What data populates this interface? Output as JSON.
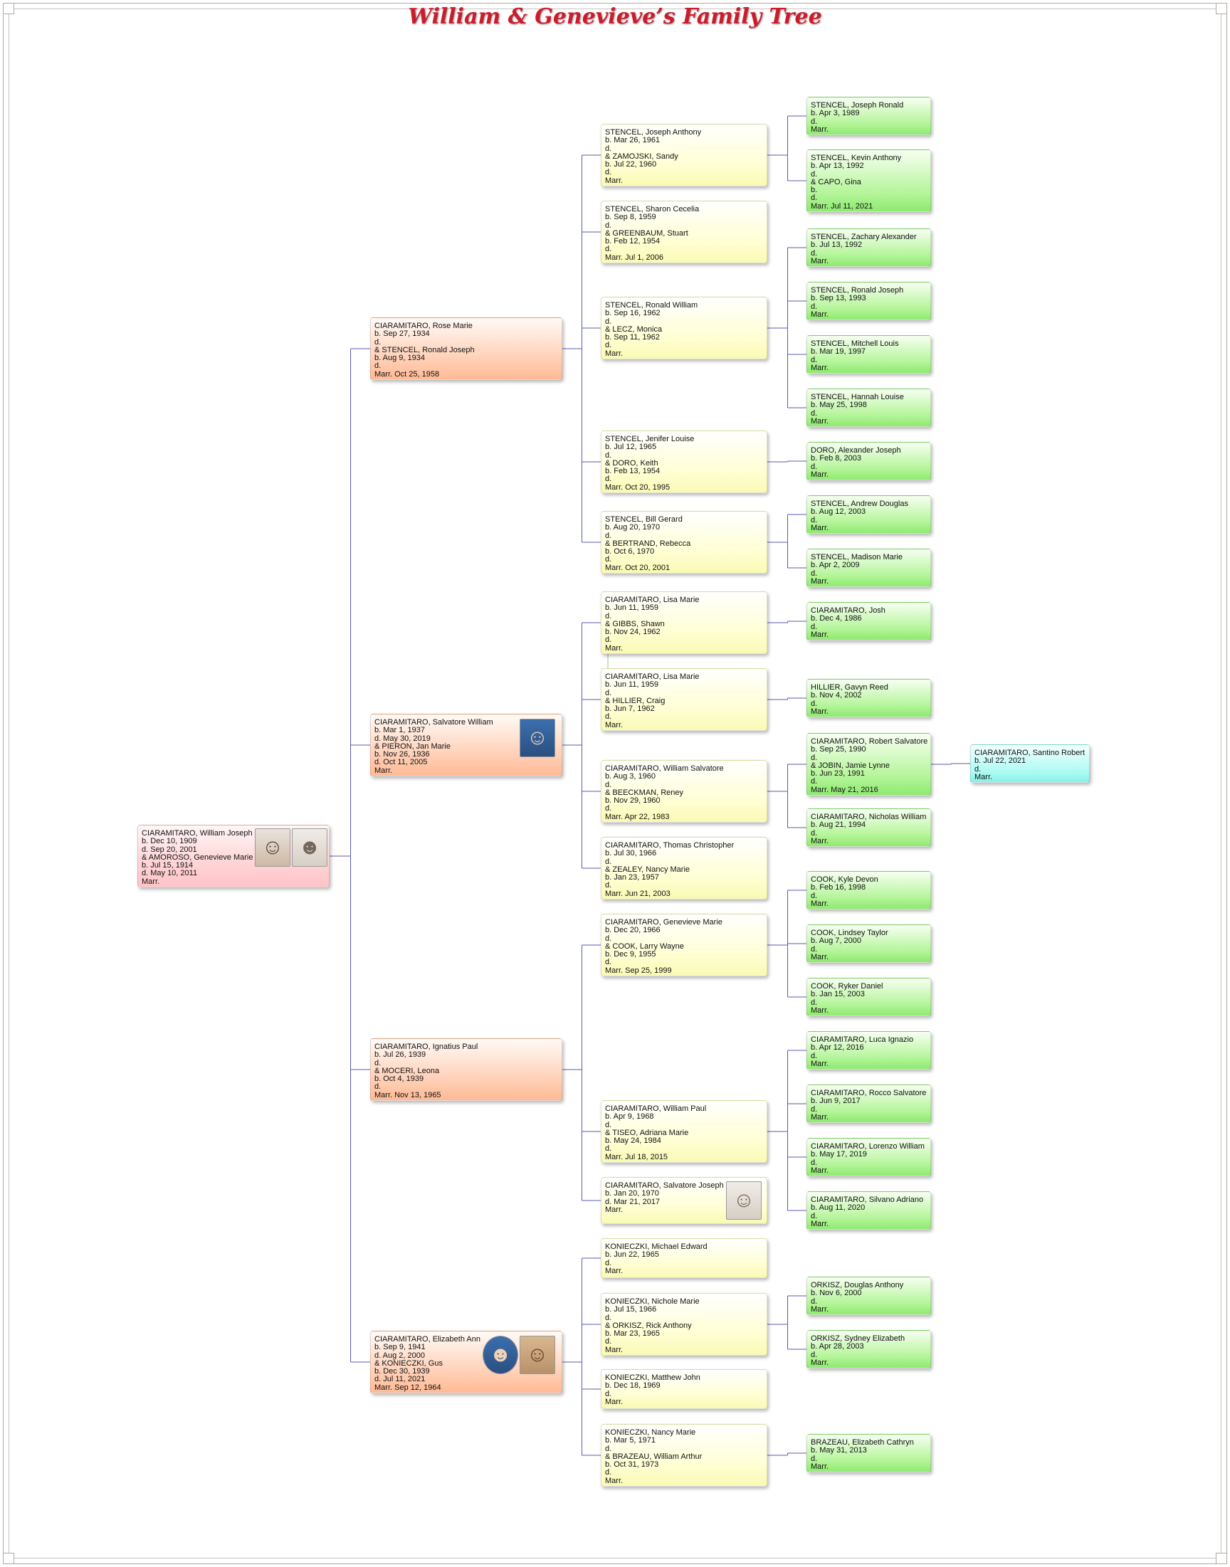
{
  "title": "William & Genevieve’s Family Tree",
  "gen0": [
    {
      "id": "p0",
      "lines": [
        "CIARAMITARO, William Joseph",
        "b. Dec 10, 1909",
        "d. Sep 20, 2001",
        "& AMOROSO, Genevieve Marie",
        "b. Jul 15, 1914",
        "d. May 10, 2011",
        "Marr."
      ],
      "photos": [
        "man-portrait-icon",
        "woman-portrait-icon"
      ]
    }
  ],
  "gen1": [
    {
      "id": "c1",
      "lines": [
        "CIARAMITARO, Rose Marie",
        "b. Sep 27, 1934",
        "d.",
        "& STENCEL, Ronald Joseph",
        "b. Aug 9, 1934",
        "d.",
        "Marr. Oct 25, 1958"
      ],
      "photos": []
    },
    {
      "id": "c2",
      "lines": [
        "CIARAMITARO, Salvatore William",
        "b. Mar 1, 1937",
        "d. May 30, 2019",
        "& PIERON, Jan Marie",
        "b. Nov 26, 1936",
        "d. Oct 11, 2005",
        "Marr."
      ],
      "photos": [
        "man-portrait-icon"
      ]
    },
    {
      "id": "c3",
      "lines": [
        "CIARAMITARO, Ignatius Paul",
        "b. Jul 26, 1939",
        "d.",
        "& MOCERI, Leona",
        "b. Oct 4, 1939",
        "d.",
        "Marr. Nov 13, 1965"
      ],
      "photos": []
    },
    {
      "id": "c4",
      "lines": [
        "CIARAMITARO, Elizabeth Ann",
        "b. Sep 9, 1941",
        "d. Aug 2, 2000",
        "& KONIECZKI, Gus",
        "b. Dec 30, 1939",
        "d. Jul 11, 2021",
        "Marr. Sep 12, 1964"
      ],
      "photos": [
        "woman-portrait-icon",
        "man-portrait-icon"
      ]
    }
  ],
  "gen2": [
    {
      "id": "g1",
      "lines": [
        "STENCEL, Joseph Anthony",
        "b. Mar 26, 1961",
        "d.",
        "& ZAMOJSKI, Sandy",
        "b. Jul 22, 1960",
        "d.",
        "Marr."
      ],
      "photos": []
    },
    {
      "id": "g2",
      "lines": [
        "STENCEL, Sharon Cecelia",
        "b. Sep 8, 1959",
        "d.",
        "& GREENBAUM, Stuart",
        "b. Feb 12, 1954",
        "d.",
        "Marr. Jul 1, 2006"
      ],
      "photos": []
    },
    {
      "id": "g3",
      "lines": [
        "STENCEL, Ronald William",
        "b. Sep 16, 1962",
        "d.",
        "& LECZ, Monica",
        "b. Sep 11, 1962",
        "d.",
        "Marr."
      ],
      "photos": []
    },
    {
      "id": "g4",
      "lines": [
        "STENCEL, Jenifer Louise",
        "b. Jul 12, 1965",
        "d.",
        "& DORO, Keith",
        "b. Feb 13, 1954",
        "d.",
        "Marr. Oct 20, 1995"
      ],
      "photos": []
    },
    {
      "id": "g5",
      "lines": [
        "STENCEL, Bill Gerard",
        "b. Aug 20, 1970",
        "d.",
        "& BERTRAND, Rebecca",
        "b. Oct 6, 1970",
        "d.",
        "Marr. Oct 20, 2001"
      ],
      "photos": []
    },
    {
      "id": "g6",
      "lines": [
        "CIARAMITARO, Lisa Marie",
        "b. Jun 11, 1959",
        "d.",
        "& GIBBS, Shawn",
        "b. Nov 24, 1962",
        "d.",
        "Marr."
      ],
      "photos": []
    },
    {
      "id": "g7",
      "lines": [
        "CIARAMITARO, Lisa Marie",
        "b. Jun 11, 1959",
        "d.",
        "& HILLIER, Craig",
        "b. Jun 7, 1962",
        "d.",
        "Marr."
      ],
      "photos": []
    },
    {
      "id": "g8",
      "lines": [
        "CIARAMITARO, William Salvatore",
        "b. Aug 3, 1960",
        "d.",
        "& BEECKMAN, Reney",
        "b. Nov 29, 1960",
        "d.",
        "Marr. Apr 22, 1983"
      ],
      "photos": []
    },
    {
      "id": "g9",
      "lines": [
        "CIARAMITARO, Thomas Christopher",
        "b. Jul 30, 1966",
        "d.",
        "& ZEALEY, Nancy Marie",
        "b. Jan 23, 1957",
        "d.",
        "Marr. Jun 21, 2003"
      ],
      "photos": []
    },
    {
      "id": "g10",
      "lines": [
        "CIARAMITARO, Genevieve Marie",
        "b. Dec 20, 1966",
        "d.",
        "& COOK, Larry Wayne",
        "b. Dec 9, 1955",
        "d.",
        "Marr. Sep 25, 1999"
      ],
      "photos": []
    },
    {
      "id": "g11",
      "lines": [
        "CIARAMITARO, William Paul",
        "b. Apr 9, 1968",
        "d.",
        "& TISEO, Adriana Marie",
        "b. May 24, 1984",
        "d.",
        "Marr. Jul 18, 2015"
      ],
      "photos": []
    },
    {
      "id": "g12",
      "lines": [
        "CIARAMITARO, Salvatore Joseph",
        "b. Jan 20, 1970",
        "d. Mar 21, 2017",
        "Marr."
      ],
      "photos": [
        "man-portrait-icon"
      ]
    },
    {
      "id": "g13",
      "lines": [
        "KONIECZKI, Michael Edward",
        "b. Jun 22, 1965",
        "d.",
        "Marr."
      ],
      "photos": []
    },
    {
      "id": "g14",
      "lines": [
        "KONIECZKI, Nichole Marie",
        "b. Jul 15, 1966",
        "d.",
        "& ORKISZ, Rick Anthony",
        "b. Mar 23, 1965",
        "d.",
        "Marr."
      ],
      "photos": []
    },
    {
      "id": "g15",
      "lines": [
        "KONIECZKI, Matthew John",
        "b. Dec 18, 1969",
        "d.",
        "Marr."
      ],
      "photos": []
    },
    {
      "id": "g16",
      "lines": [
        "KONIECZKI, Nancy Marie",
        "b. Mar 5, 1971",
        "d.",
        "& BRAZEAU, William Arthur",
        "b. Oct 31, 1973",
        "d.",
        "Marr."
      ],
      "photos": []
    }
  ],
  "gen3": [
    {
      "id": "h1",
      "lines": [
        "STENCEL, Joseph Ronald",
        "b. Apr 3, 1989",
        "d.",
        "Marr."
      ]
    },
    {
      "id": "h2",
      "lines": [
        "STENCEL, Kevin Anthony",
        "b. Apr 13, 1992",
        "d.",
        "& CAPO, Gina",
        "b.",
        "d.",
        "Marr. Jul 11, 2021"
      ]
    },
    {
      "id": "h3",
      "lines": [
        "STENCEL, Zachary Alexander",
        "b. Jul 13, 1992",
        "d.",
        "Marr."
      ]
    },
    {
      "id": "h4",
      "lines": [
        "STENCEL, Ronald Joseph",
        "b. Sep 13, 1993",
        "d.",
        "Marr."
      ]
    },
    {
      "id": "h5",
      "lines": [
        "STENCEL, Mitchell Louis",
        "b. Mar 19, 1997",
        "d.",
        "Marr."
      ]
    },
    {
      "id": "h6",
      "lines": [
        "STENCEL, Hannah Louise",
        "b. May 25, 1998",
        "d.",
        "Marr."
      ]
    },
    {
      "id": "h7",
      "lines": [
        "DORO, Alexander Joseph",
        "b. Feb 8, 2003",
        "d.",
        "Marr."
      ]
    },
    {
      "id": "h8",
      "lines": [
        "STENCEL, Andrew Douglas",
        "b. Aug 12, 2003",
        "d.",
        "Marr."
      ]
    },
    {
      "id": "h9",
      "lines": [
        "STENCEL, Madison Marie",
        "b. Apr 2, 2009",
        "d.",
        "Marr."
      ]
    },
    {
      "id": "h10",
      "lines": [
        "CIARAMITARO, Josh",
        "b. Dec 4, 1986",
        "d.",
        "Marr."
      ]
    },
    {
      "id": "h11",
      "lines": [
        "HILLIER, Gavyn Reed",
        "b. Nov 4, 2002",
        "d.",
        "Marr."
      ]
    },
    {
      "id": "h12",
      "lines": [
        "CIARAMITARO, Robert Salvatore",
        "b. Sep 25, 1990",
        "d.",
        "& JOBIN, Jamie Lynne",
        "b. Jun 23, 1991",
        "d.",
        "Marr. May 21, 2016"
      ]
    },
    {
      "id": "h13",
      "lines": [
        "CIARAMITARO, Nicholas William",
        "b. Aug 21, 1994",
        "d.",
        "Marr."
      ]
    },
    {
      "id": "h14",
      "lines": [
        "COOK, Kyle Devon",
        "b. Feb 16, 1998",
        "d.",
        "Marr."
      ]
    },
    {
      "id": "h15",
      "lines": [
        "COOK, Lindsey Taylor",
        "b. Aug 7, 2000",
        "d.",
        "Marr."
      ]
    },
    {
      "id": "h16",
      "lines": [
        "COOK, Ryker Daniel",
        "b. Jan 15, 2003",
        "d.",
        "Marr."
      ]
    },
    {
      "id": "h17",
      "lines": [
        "CIARAMITARO, Luca Ignazio",
        "b. Apr 12, 2016",
        "d.",
        "Marr."
      ]
    },
    {
      "id": "h18",
      "lines": [
        "CIARAMITARO, Rocco Salvatore",
        "b. Jun 9, 2017",
        "d.",
        "Marr."
      ]
    },
    {
      "id": "h19",
      "lines": [
        "CIARAMITARO, Lorenzo William",
        "b. May 17, 2019",
        "d.",
        "Marr."
      ]
    },
    {
      "id": "h20",
      "lines": [
        "CIARAMITARO, Silvano Adriano",
        "b. Aug 11, 2020",
        "d.",
        "Marr."
      ]
    },
    {
      "id": "h21",
      "lines": [
        "ORKISZ, Douglas Anthony",
        "b. Nov 6, 2000",
        "d.",
        "Marr."
      ]
    },
    {
      "id": "h22",
      "lines": [
        "ORKISZ, Sydney Elizabeth",
        "b. Apr 28, 2003",
        "d.",
        "Marr."
      ]
    },
    {
      "id": "h23",
      "lines": [
        "BRAZEAU, Elizabeth Cathryn",
        "b. May 31, 2013",
        "d.",
        "Marr."
      ]
    }
  ],
  "gen4": [
    {
      "id": "i1",
      "lines": [
        "CIARAMITARO, Santino Robert",
        "b. Jul 22, 2021",
        "d.",
        "Marr."
      ]
    }
  ],
  "relations": [
    {
      "parent": "p0",
      "children": [
        "c1",
        "c2",
        "c3",
        "c4"
      ]
    },
    {
      "parent": "c1",
      "children": [
        "g1",
        "g2",
        "g3",
        "g4",
        "g5"
      ]
    },
    {
      "parent": "c2",
      "children": [
        "g6",
        "g7",
        "g8",
        "g9"
      ]
    },
    {
      "parent": "c3",
      "children": [
        "g10",
        "g11",
        "g12"
      ]
    },
    {
      "parent": "c4",
      "children": [
        "g13",
        "g14",
        "g15",
        "g16"
      ]
    },
    {
      "parent": "g1",
      "children": [
        "h1",
        "h2"
      ]
    },
    {
      "parent": "g3",
      "children": [
        "h3",
        "h4",
        "h5",
        "h6"
      ]
    },
    {
      "parent": "g4",
      "children": [
        "h7"
      ]
    },
    {
      "parent": "g5",
      "children": [
        "h8",
        "h9"
      ]
    },
    {
      "parent": "g6",
      "children": [
        "h10"
      ]
    },
    {
      "parent": "g7",
      "children": [
        "h11"
      ]
    },
    {
      "parent": "g8",
      "children": [
        "h12",
        "h13"
      ]
    },
    {
      "parent": "g10",
      "children": [
        "h14",
        "h15",
        "h16"
      ]
    },
    {
      "parent": "g11",
      "children": [
        "h17",
        "h18",
        "h19",
        "h20"
      ]
    },
    {
      "parent": "g14",
      "children": [
        "h21",
        "h22"
      ]
    },
    {
      "parent": "g16",
      "children": [
        "h23"
      ]
    },
    {
      "parent": "h12",
      "children": [
        "i1"
      ]
    }
  ],
  "colors": {
    "line": "#5a5ab4",
    "title": "#cc1c2c"
  }
}
